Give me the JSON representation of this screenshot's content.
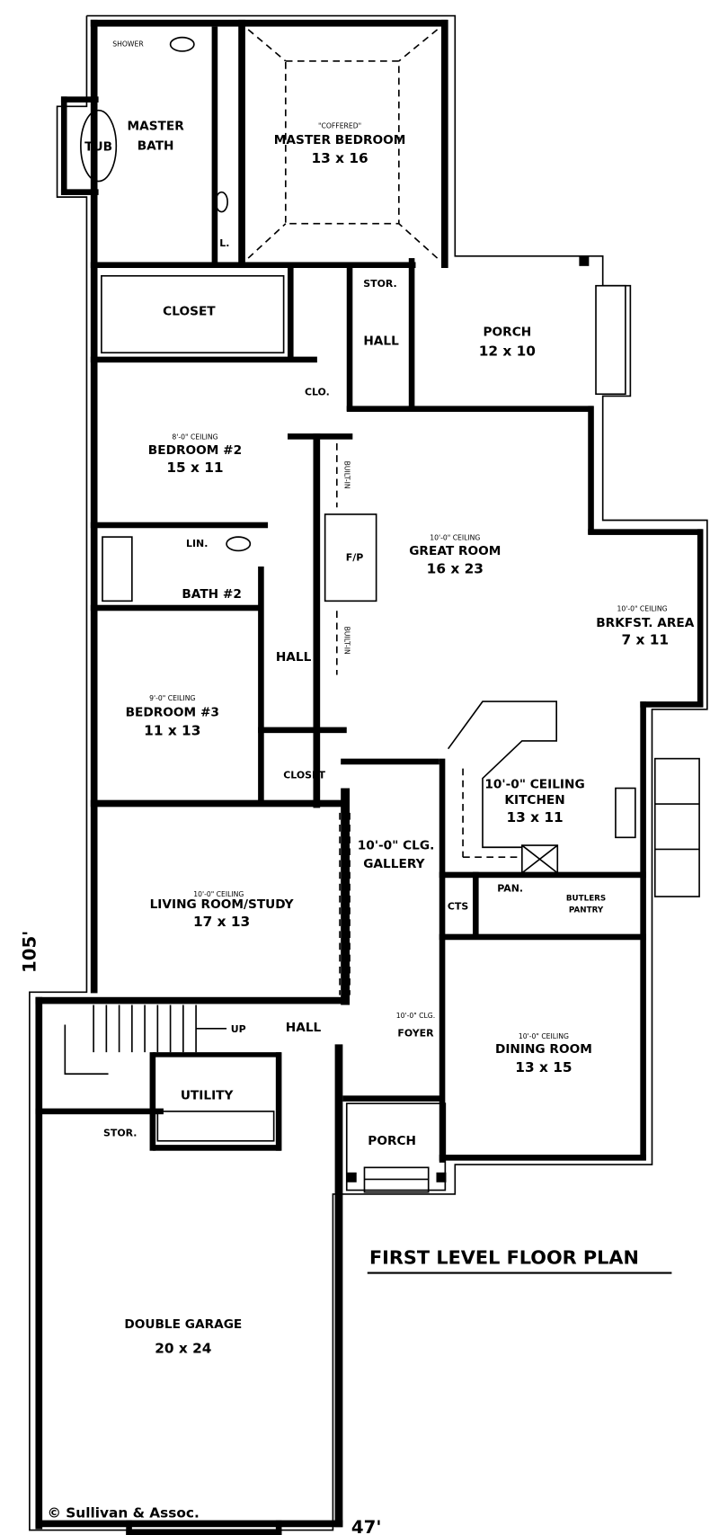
{
  "title": "FIRST LEVEL FLOOR PLAN",
  "copyright": "© Sullivan & Assoc.",
  "dimensions": {
    "depth": "105'",
    "width": "47'"
  },
  "rooms": {
    "shower": "SHOWER",
    "tub": "TUB",
    "master_bath": {
      "line1": "MASTER",
      "line2": "BATH"
    },
    "master_bedroom": {
      "note": "\"COFFERED\"",
      "name": "MASTER BEDROOM",
      "size": "13 x 16"
    },
    "linen_master": "L.",
    "stor_top": "STOR.",
    "hall_top": "HALL",
    "porch_rear": {
      "name": "PORCH",
      "size": "12 x 10"
    },
    "closet_master": "CLOSET",
    "clo": "CLO.",
    "bedroom2": {
      "ceiling": "8'-0\" CEILING",
      "name": "BEDROOM #2",
      "size": "15 x 11"
    },
    "builtin_1": "BUILT-IN",
    "fireplace": "F/P",
    "builtin_2": "BUILT-IN",
    "great_room": {
      "ceiling": "10'-0\" CEILING",
      "name": "GREAT ROOM",
      "size": "16 x 23"
    },
    "brkfst": {
      "ceiling": "10'-0\" CEILING",
      "name": "BRKFST. AREA",
      "size": "7 x 11"
    },
    "linen": "LIN.",
    "bath2": "BATH #2",
    "hall_mid": "HALL",
    "bedroom3": {
      "ceiling": "9'-0\" CEILING",
      "name": "BEDROOM #3",
      "size": "11 x 13"
    },
    "closet_b3": "CLOSET",
    "gallery": {
      "ceiling": "10'-0\" CLG.",
      "name": "GALLERY"
    },
    "kitchen": {
      "ceiling": "10'-0\" CEILING",
      "name": "KITCHEN",
      "size": "13 x 11"
    },
    "cts": "CTS",
    "pantry": "PAN.",
    "butlers_pantry": {
      "line1": "BUTLERS",
      "line2": "PANTRY"
    },
    "living": {
      "ceiling": "10'-0\" CEILING",
      "name": "LIVING ROOM/STUDY",
      "size": "17 x 13"
    },
    "stairs_up": "UP",
    "hall_bottom": "HALL",
    "foyer": {
      "ceiling": "10'-0\" CLG.",
      "name": "FOYER"
    },
    "dining": {
      "ceiling": "10'-0\" CEILING",
      "name": "DINING ROOM",
      "size": "13 x 15"
    },
    "utility": "UTILITY",
    "stor_bottom": "STOR.",
    "porch_front": "PORCH",
    "garage": {
      "name": "DOUBLE GARAGE",
      "size": "20 x 24"
    }
  }
}
